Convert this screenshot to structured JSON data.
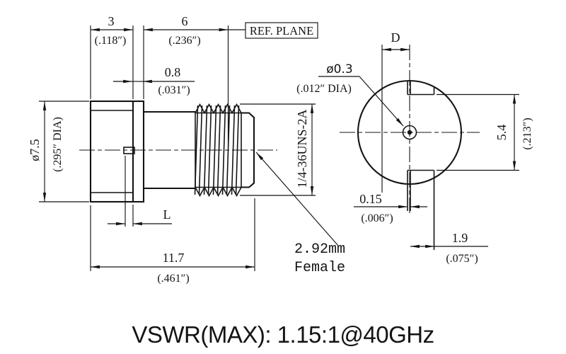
{
  "side_view": {
    "dim_flange_width": {
      "mm": "3",
      "inch": "(.118″)"
    },
    "dim_ref_plane_offset": {
      "mm": "6",
      "inch": "(.236″)"
    },
    "dim_step": {
      "mm": "0.8",
      "inch": "(.031″)"
    },
    "dim_body_diameter": {
      "mm": "ø7.5",
      "inch": "(.295″ DIA)"
    },
    "dim_overall_length": {
      "mm": "11.7",
      "inch": "(.461″)"
    },
    "dim_pin_depth_label": "L",
    "ref_plane_label": "REF. PLANE",
    "thread_spec": "1/4-36UNS-2A",
    "connector_label": {
      "line1": "2.92mm",
      "line2": "Female"
    }
  },
  "end_view": {
    "dim_slot_label": "D",
    "dim_pin_diameter": {
      "mm": "ø0.3",
      "inch": "(.012″ DIA)"
    },
    "dim_flat_height": {
      "mm": "5.4",
      "inch": "(.213″)"
    },
    "dim_wall_gap": {
      "mm": "0.15",
      "inch": "(.006″)"
    },
    "dim_key_width": {
      "mm": "1.9",
      "inch": "(.075″)"
    }
  },
  "footer": {
    "vswr_note": "VSWR(MAX): 1.15:1@40GHz"
  }
}
